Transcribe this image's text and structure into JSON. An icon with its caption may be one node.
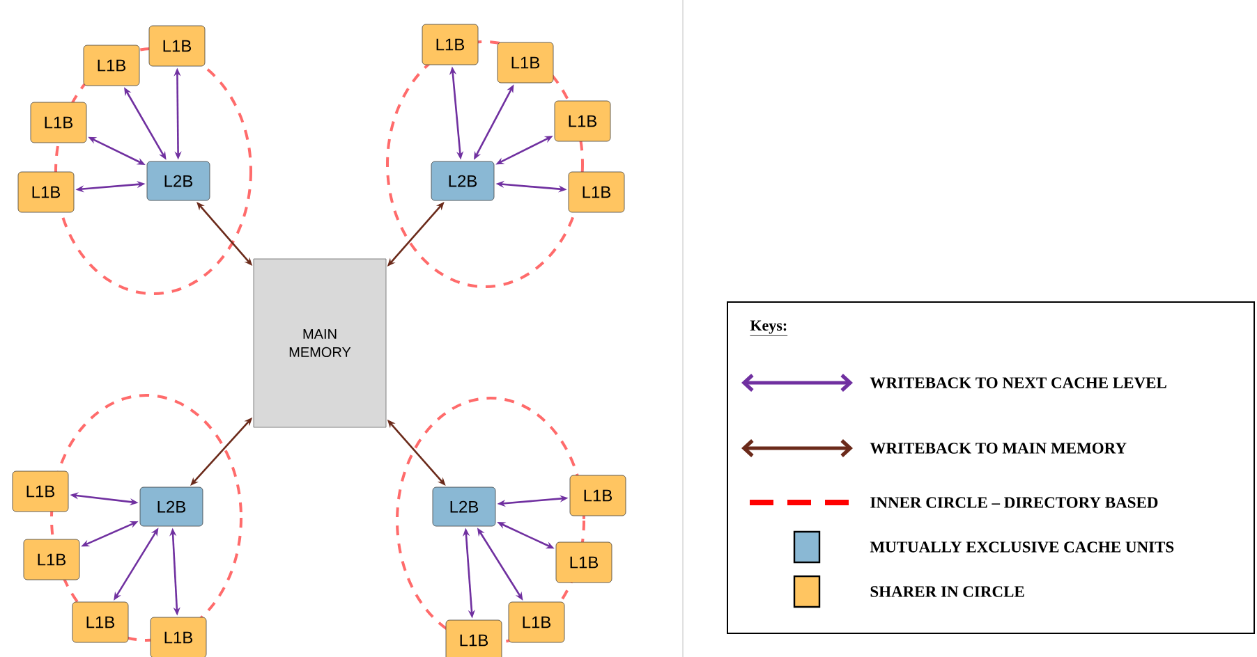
{
  "diagram": {
    "nodes": [
      {
        "text": [
          "MAIN MEMORY"
        ]
      },
      {
        "text": [
          "L2B"
        ]
      },
      {
        "text": [
          "L1B"
        ]
      },
      {
        "text": [
          "L1B"
        ]
      },
      {
        "text": [
          "L1B"
        ]
      },
      {
        "text": [
          "L1B"
        ]
      },
      {
        "text": [
          "L2B"
        ]
      },
      {
        "text": [
          "L1B"
        ]
      },
      {
        "text": [
          "L1B"
        ]
      },
      {
        "text": [
          "L1B"
        ]
      },
      {
        "text": [
          "L1B"
        ]
      },
      {
        "text": [
          "L2B"
        ]
      },
      {
        "text": [
          "L1B"
        ]
      },
      {
        "text": [
          "L1B"
        ]
      },
      {
        "text": [
          "L1B"
        ]
      },
      {
        "text": [
          "L1B"
        ]
      },
      {
        "text": [
          "L2B"
        ]
      },
      {
        "text": [
          "L1B"
        ]
      },
      {
        "text": [
          "L1B"
        ]
      },
      {
        "text": [
          "L1B"
        ]
      },
      {
        "text": [
          "L1B"
        ]
      }
    ],
    "edges": [
      {
        "from": 1,
        "to": 0,
        "arrow": "both",
        "color": "#6b2a1a"
      },
      {
        "from": 6,
        "to": 0,
        "arrow": "both",
        "color": "#6b2a1a"
      },
      {
        "from": 11,
        "to": 0,
        "arrow": "both",
        "color": "#6b2a1a"
      },
      {
        "from": 16,
        "to": 0,
        "arrow": "both",
        "color": "#6b2a1a"
      },
      {
        "from": 1,
        "to": 2,
        "arrow": "both"
      },
      {
        "from": 1,
        "to": 3,
        "arrow": "both"
      },
      {
        "from": 1,
        "to": 4,
        "arrow": "both"
      },
      {
        "from": 1,
        "to": 5,
        "arrow": "both"
      },
      {
        "from": 6,
        "to": 7,
        "arrow": "both"
      },
      {
        "from": 6,
        "to": 8,
        "arrow": "both"
      },
      {
        "from": 6,
        "to": 9,
        "arrow": "both"
      },
      {
        "from": 6,
        "to": 10,
        "arrow": "both"
      },
      {
        "from": 11,
        "to": 12,
        "arrow": "both"
      },
      {
        "from": 11,
        "to": 13,
        "arrow": "both"
      },
      {
        "from": 11,
        "to": 14,
        "arrow": "both"
      },
      {
        "from": 11,
        "to": 15,
        "arrow": "both"
      },
      {
        "from": 16,
        "to": 17,
        "arrow": "both"
      },
      {
        "from": 16,
        "to": 18,
        "arrow": "both"
      },
      {
        "from": 16,
        "to": 19,
        "arrow": "both"
      },
      {
        "from": 16,
        "to": 20,
        "arrow": "both"
      }
    ],
    "labels": [
      "Keys:"
    ],
    "legend": [
      {
        "text": "WRITEBACK TO NEXT CACHE LEVEL"
      },
      {
        "text": "WRITEBACK TO MAIN MEMORY"
      },
      {
        "text": "INNER CIRCLE – DIRECTORY BASED"
      },
      {
        "text": "MUTUALLY EXCLUSIVE CACHE UNITS",
        "color": "#8ab8d4"
      },
      {
        "text": "SHARER IN CIRCLE",
        "color": "#ffc561"
      }
    ]
  }
}
